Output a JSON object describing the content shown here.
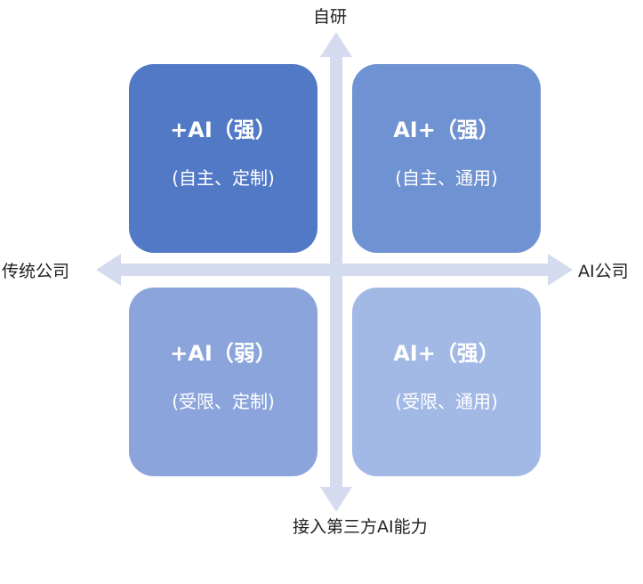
{
  "axes": {
    "top": "自研",
    "bottom": "接入第三方AI能力",
    "left": "传统公司",
    "right": "AI公司"
  },
  "quadrants": {
    "top_left": {
      "title": "+AI（强）",
      "subtitle": "(自主、定制)"
    },
    "top_right": {
      "title": "AI+（强）",
      "subtitle": "(自主、通用)"
    },
    "bottom_left": {
      "title": "+AI（弱）",
      "subtitle": "(受限、定制)"
    },
    "bottom_right": {
      "title": "AI+（强）",
      "subtitle": "(受限、通用)"
    }
  },
  "colors": {
    "axis": "#d5dbef",
    "top_left_box": "#5279c5",
    "top_right_box": "#6f92d2",
    "bottom_left_box": "#8ba5dc",
    "bottom_right_box": "#a2b9e6",
    "label_text": "#222222",
    "box_text": "#ffffff"
  }
}
